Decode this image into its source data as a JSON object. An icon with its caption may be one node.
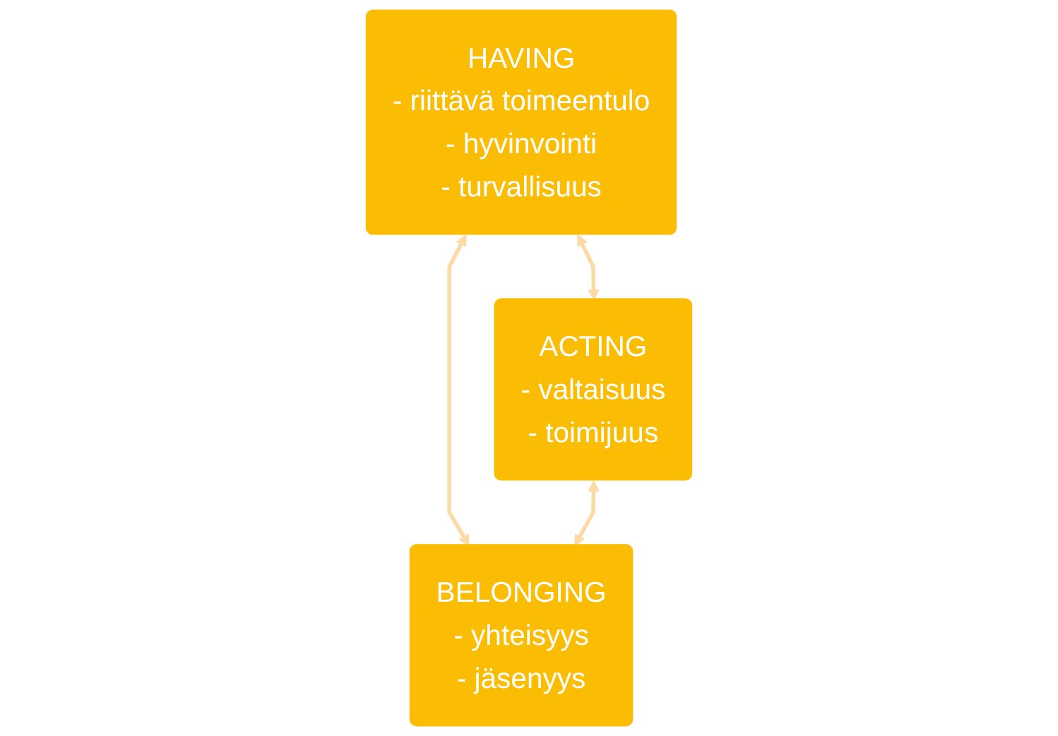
{
  "diagram": {
    "nodes": [
      {
        "text": [
          "HAVING",
          "- riittävä toimeentulo",
          "- hyvinvointi",
          "- turvallisuus"
        ]
      },
      {
        "text": [
          "ACTING",
          "- valtaisuus",
          "- toimijuus"
        ]
      },
      {
        "text": [
          "BELONGING",
          "- yhteisyys",
          "- jäsenyys"
        ]
      }
    ],
    "edges": [
      {
        "from": 0,
        "to": 1,
        "arrow": "both"
      },
      {
        "from": 0,
        "to": 2,
        "arrow": "both"
      },
      {
        "from": 1,
        "to": 2,
        "arrow": "both"
      }
    ]
  }
}
